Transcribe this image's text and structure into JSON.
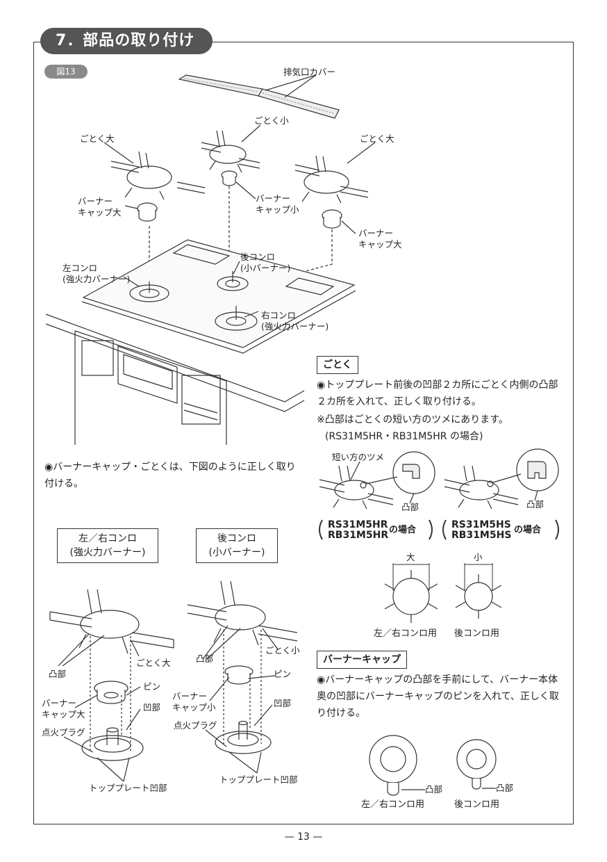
{
  "section": {
    "title": "7．部品の取り付け",
    "figure_badge": "図13"
  },
  "top_figure": {
    "exhaust_cover": "排気口カバー",
    "gotoku_large_left": "ごとく大",
    "gotoku_small": "ごとく小",
    "gotoku_large_right": "ごとく大",
    "cap_large_left": "バーナー\nキャップ大",
    "cap_small": "バーナー\nキャップ小",
    "cap_large_right": "バーナー\nキャップ大",
    "left_stove": "左コンロ\n(強火力バーナー)",
    "rear_stove": "後コンロ\n(小バーナー)",
    "right_stove": "右コンロ\n(強火力バーナー)"
  },
  "note_left": "◉バーナーキャップ・ごとくは、下図のように正しく取り付ける。",
  "gotoku_section": {
    "heading": "ごとく",
    "line1": "◉トッププレート前後の凹部２カ所にごとく内側の凸部２カ所を入れて、正しく取り付ける。",
    "line2": "※凸部はごとくの短い方のツメにあります。",
    "line3": "(RS31M5HR・RB31M5HR の場合)",
    "short_claw": "短い方のツメ",
    "convex_a": "凸部",
    "convex_b": "凸部",
    "case_hr_models": "RS31M5HR\nRB31M5HR",
    "case_hr_suffix": "の場合",
    "case_hs_models": "RS31M5HS\nRB31M5HS",
    "case_hs_suffix": "の場合",
    "large": "大",
    "small": "小",
    "left_right_use": "左／右コンロ用",
    "rear_use": "後コンロ用"
  },
  "detail_left": {
    "caption": "左／右コンロ\n(強火力バーナー)",
    "convex": "凸部",
    "gotoku": "ごとく大",
    "pin": "ピン",
    "cap": "バーナー\nキャップ大",
    "concave": "凹部",
    "igniter": "点火プラグ",
    "top_plate_concave": "トッププレート凹部"
  },
  "detail_rear": {
    "caption": "後コンロ\n(小バーナー)",
    "convex": "凸部",
    "gotoku": "ごとく小",
    "pin": "ピン",
    "cap": "バーナー\nキャップ小",
    "concave": "凹部",
    "igniter": "点火プラグ",
    "top_plate_concave": "トッププレート凹部"
  },
  "cap_section": {
    "heading": "バーナーキャップ",
    "text": "◉バーナーキャップの凸部を手前にして、バーナー本体奥の凹部にバーナーキャップのピンを入れて、正しく取り付ける。",
    "convex_left": "凸部",
    "convex_right": "凸部",
    "left_right_use": "左／右コンロ用",
    "rear_use": "後コンロ用"
  },
  "page_number": "— 13 —"
}
